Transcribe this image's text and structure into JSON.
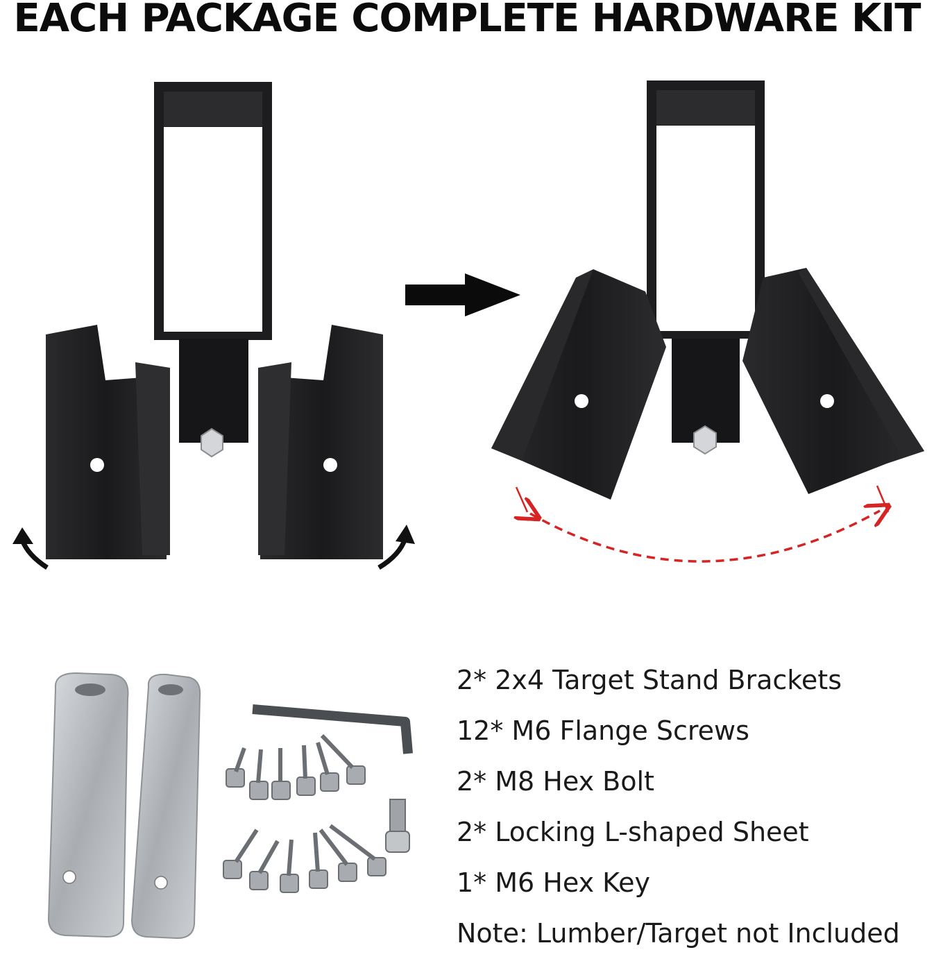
{
  "title": "EACH PACKAGE COMPLETE HARDWARE KIT",
  "illustrations": {
    "folded_bracket": "bracket-folded-icon",
    "transition": "arrow-right-icon",
    "opened_bracket": "bracket-opened-icon",
    "angle_indicator": "rotation-arc-icon",
    "hardware": "hardware-parts-icon"
  },
  "colors": {
    "metal_dark": "#1c1c1e",
    "metal_edge": "#3a3a3d",
    "steel": "#b8bcc0",
    "arc_red": "#d62424"
  },
  "contents": [
    "2* 2x4 Target Stand Brackets",
    "12* M6 Flange Screws",
    "2* M8 Hex Bolt",
    "2* Locking L-shaped Sheet",
    "1* M6 Hex Key",
    "Note: Lumber/Target not Included"
  ]
}
